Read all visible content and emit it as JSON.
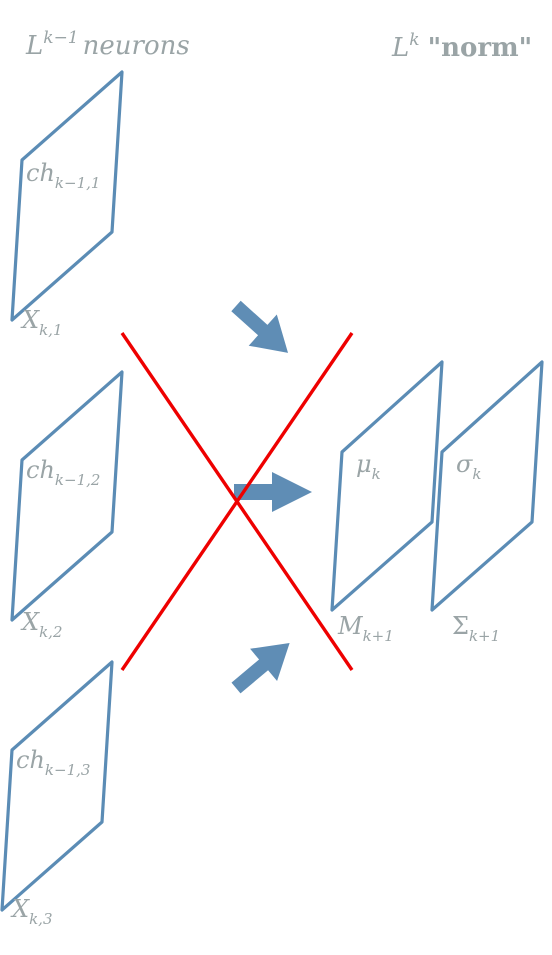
{
  "headers": {
    "left": {
      "base": "L",
      "sup": "k−1",
      "rest": "neurons"
    },
    "right": {
      "base": "L",
      "sup": "k",
      "rest": "\"norm\""
    }
  },
  "inputs": [
    {
      "channel": {
        "base": "ch",
        "sub": "k−1,1"
      },
      "x": {
        "base": "X",
        "sub": "k,1"
      }
    },
    {
      "channel": {
        "base": "ch",
        "sub": "k−1,2"
      },
      "x": {
        "base": "X",
        "sub": "k,2"
      }
    },
    {
      "channel": {
        "base": "ch",
        "sub": "k−1,3"
      },
      "x": {
        "base": "X",
        "sub": "k,3"
      }
    }
  ],
  "outputs": [
    {
      "inner": {
        "base": "μ",
        "sub": "k"
      },
      "below": {
        "base": "M",
        "sub": "k+1"
      }
    },
    {
      "inner": {
        "base": "σ",
        "sub": "k"
      },
      "below": {
        "base": "Σ",
        "sub": "k+1"
      }
    }
  ],
  "colors": {
    "shape_stroke": "#5b8cb5",
    "arrow": "#5f8db5",
    "cross": "#ee0000",
    "text": "#9aa4a6"
  }
}
